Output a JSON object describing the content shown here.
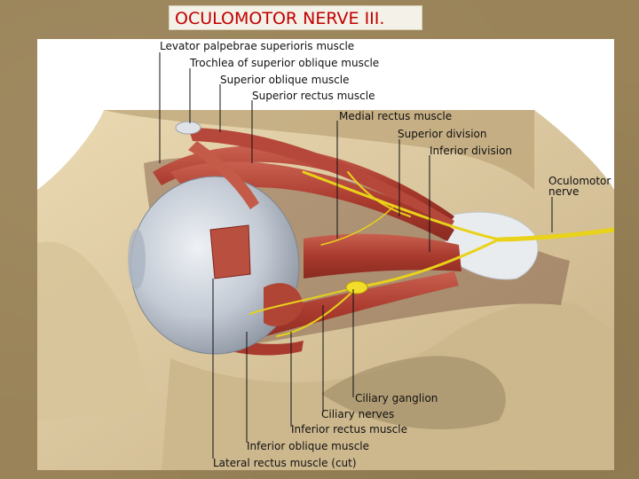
{
  "slide": {
    "title": "OCULOMOTOR NERVE III."
  },
  "labels": {
    "levator": "Levator palpebrae superioris muscle",
    "trochlea": "Trochlea of superior oblique muscle",
    "superior_oblique": "Superior oblique muscle",
    "superior_rectus": "Superior rectus muscle",
    "medial_rectus": "Medial rectus muscle",
    "superior_division": "Superior division",
    "inferior_division": "Inferior division",
    "oculomotor_nerve_line1": "Oculomotor",
    "oculomotor_nerve_line2": "nerve",
    "ciliary_ganglion": "Ciliary ganglion",
    "ciliary_nerves": "Ciliary nerves",
    "inferior_rectus": "Inferior rectus muscle",
    "inferior_oblique": "Inferior oblique muscle",
    "lateral_rectus": "Lateral rectus  muscle (cut)"
  },
  "colors": {
    "title_text": "#c00000",
    "background": "#9a8358",
    "muscle": "#b5483a",
    "bone": "#e2cfa6",
    "nerve": "#e8d21a",
    "eyeball": "#c9d0da"
  }
}
